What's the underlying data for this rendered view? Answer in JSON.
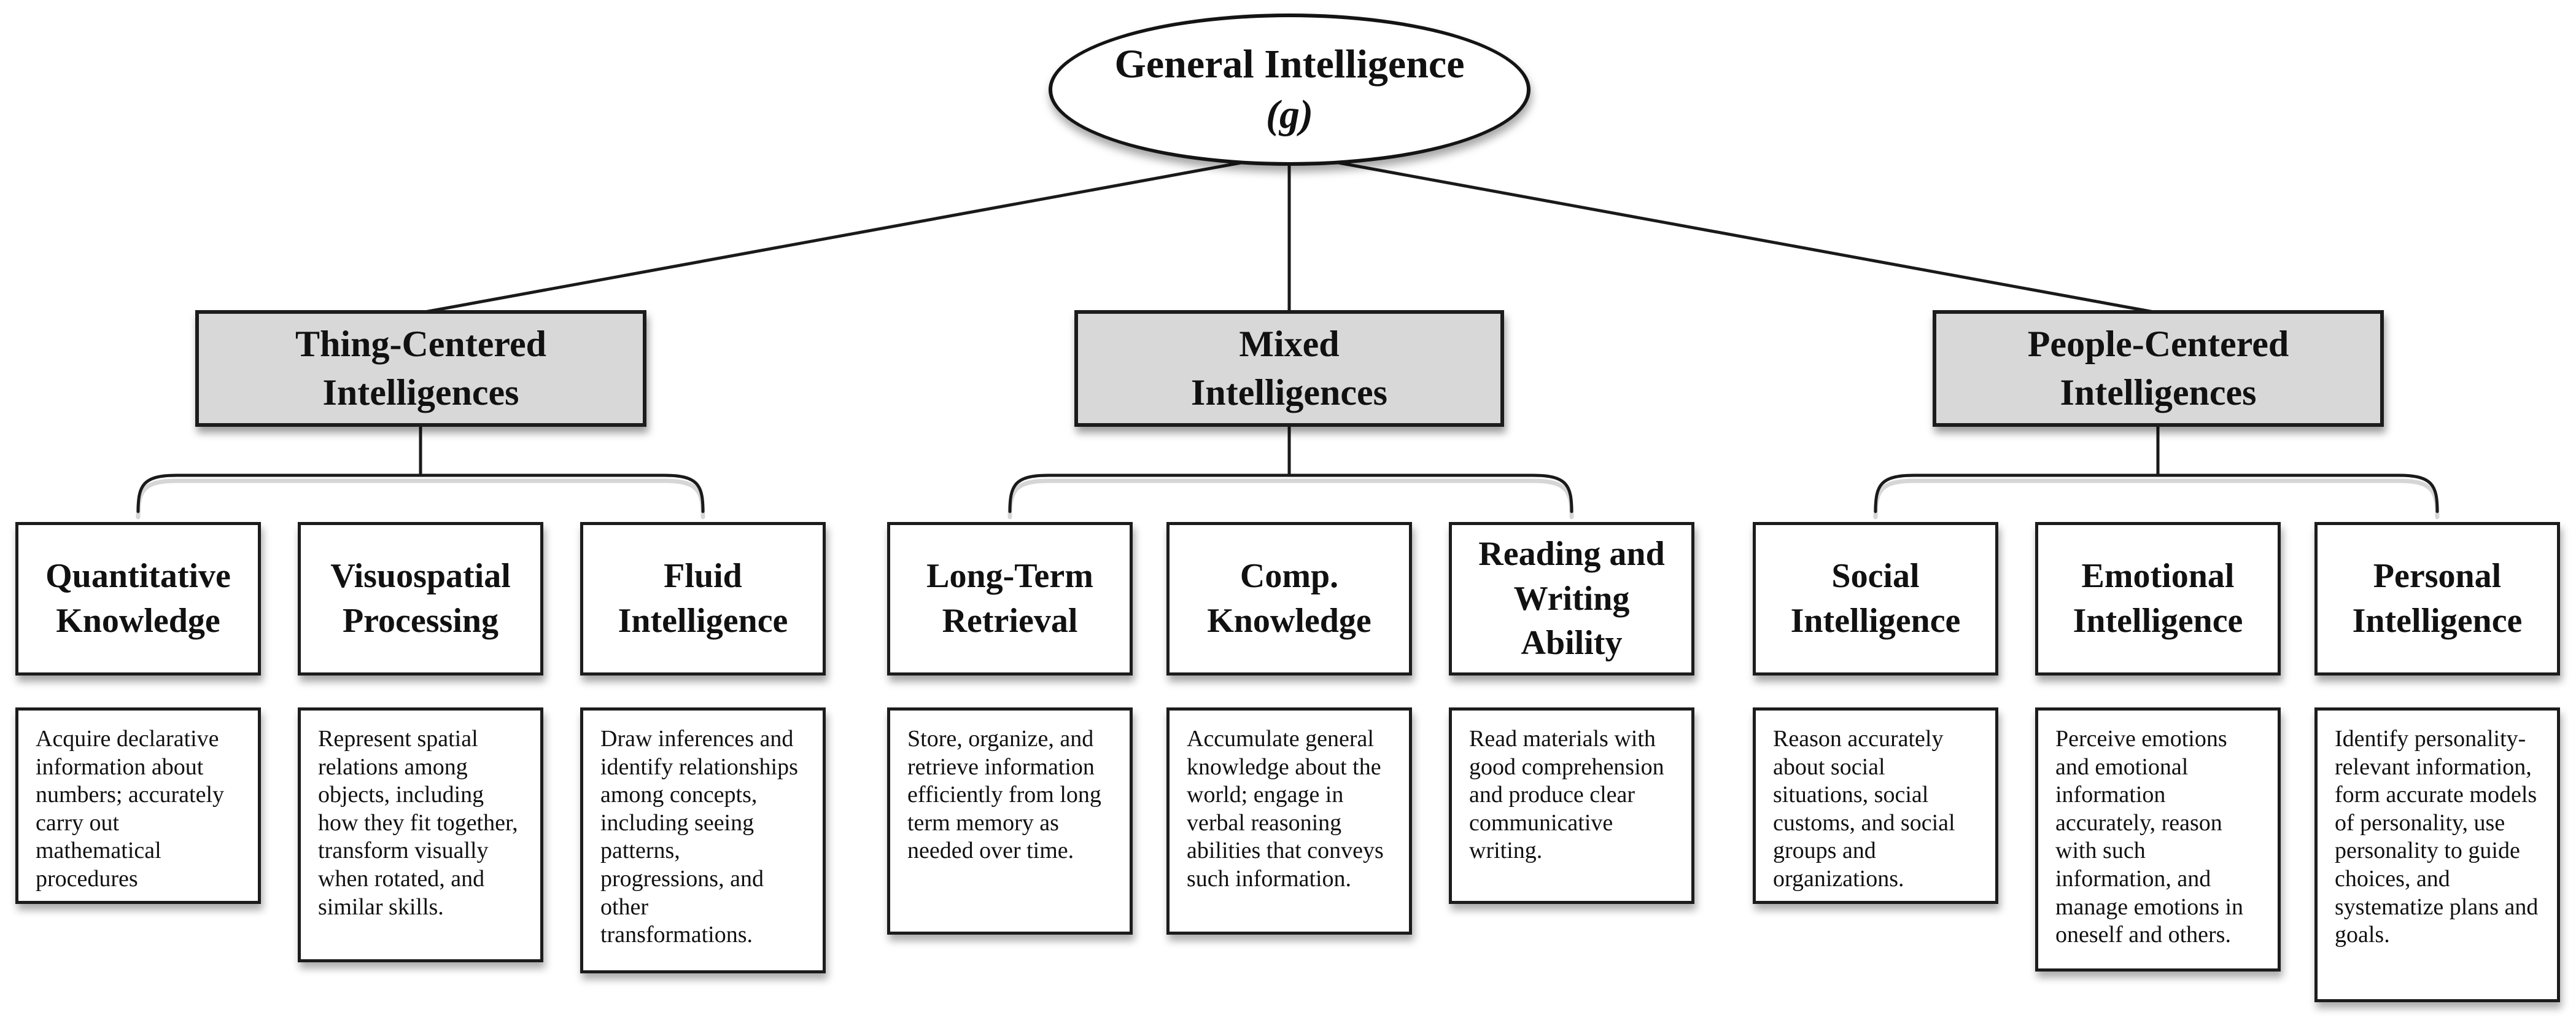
{
  "root": {
    "label": "General Intelligence",
    "symbol": "(g)"
  },
  "groups": [
    {
      "label": "Thing-Centered\nIntelligences",
      "children": [
        {
          "title": "Quantitative\nKnowledge",
          "description": "Acquire declarative information about numbers; accurately carry out mathematical procedures"
        },
        {
          "title": "Visuospatial\nProcessing",
          "description": "Represent spatial relations among objects, including how they fit together, transform visually when rotated, and similar skills."
        },
        {
          "title": "Fluid\nIntelligence",
          "description": "Draw inferences and identify relationships among concepts, including seeing patterns, progressions, and other transformations."
        }
      ]
    },
    {
      "label": "Mixed\nIntelligences",
      "children": [
        {
          "title": "Long-Term\nRetrieval",
          "description": "Store, organize, and retrieve information efficiently from long term memory as needed over time."
        },
        {
          "title": "Comp.\nKnowledge",
          "description": "Accumulate general knowledge about the world; engage in verbal reasoning abilities that conveys such information."
        },
        {
          "title": "Reading and\nWriting Ability",
          "description": "Read materials with good comprehension and produce clear communicative writing."
        }
      ]
    },
    {
      "label": "People-Centered\nIntelligences",
      "children": [
        {
          "title": "Social\nIntelligence",
          "description": "Reason accurately about social situations, social customs, and social groups and organizations."
        },
        {
          "title": "Emotional\nIntelligence",
          "description": "Perceive emotions and emotional information accurately, reason with such information, and manage emotions in oneself and others."
        },
        {
          "title": "Personal\nIntelligence",
          "description": "Identify personality-relevant information, form accurate models of personality, use personality to guide choices, and systematize plans and goals."
        }
      ]
    }
  ],
  "colors": {
    "category_fill": "#d8d8d8",
    "node_fill": "#ffffff",
    "line": "#1a1a1a"
  }
}
